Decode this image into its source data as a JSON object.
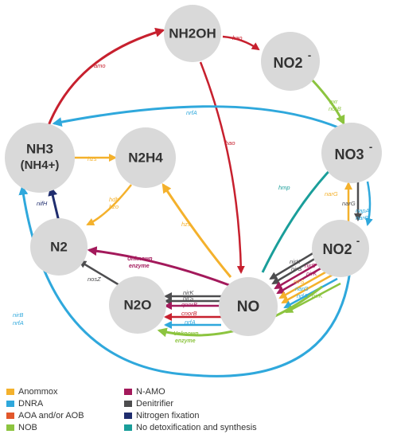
{
  "colors": {
    "anammox": "#f4b12c",
    "dnra": "#2fa8dc",
    "aoa": "#e2572b",
    "nob": "#8cc43f",
    "namo": "#a3195b",
    "denitrifier": "#4d4d4f",
    "nitrogen_fixation": "#1f2d6e",
    "detox": "#1a9e9a",
    "amo": "#c7202e"
  },
  "nodes": {
    "nh2oh": "NH2OH",
    "no2_top": "NO2",
    "nh3": "NH3",
    "nh4": "(NH4+)",
    "n2h4": "N2H4",
    "no3": "NO3",
    "n2": "N2",
    "no2_right": "NO2",
    "n2o": "N2O",
    "no": "NO"
  },
  "labels": {
    "amo": "amo",
    "hao_top": "hao",
    "hao_mid": "hao",
    "nxr": "nxr",
    "nor": "norB",
    "nrfa_top": "nrfA",
    "hzs_top": "hzs",
    "hzs_mid": "hzs",
    "hdh": "hdh",
    "hzo": "hzo",
    "nifh": "nifH",
    "hmp": "hmp",
    "narg_up": "narG",
    "narg_down": "narG",
    "napa": "napA",
    "narg_down2": "narG",
    "unknown_enzyme_1": "Unknown",
    "unknown_enzyme_1b": "enzyme",
    "nosz": "nosZ",
    "nirk_r": "nirK",
    "nirs_r": "nirS",
    "nirs_r2": "nirS",
    "nirk_r2": "nirK",
    "nirs_r3": "nirS",
    "narg_r": "narG",
    "nrfa_r": "nrfA",
    "nirk_r3": "nirK",
    "nirk_l": "nirK",
    "nirs_l": "nirS",
    "qnorb": "qnorB",
    "cnorb": "cnorB",
    "nrfa_l": "nrfA",
    "unknown_enzyme_2": "Unknown",
    "unknown_enzyme_2b": "enzyme",
    "nirb": "nirB",
    "nrfa_b": "nrfA"
  },
  "legend": {
    "anammox": "Anommox",
    "dnra": "DNRA",
    "aoa": "AOA and/or AOB",
    "nob": "NOB",
    "namo": "N-AMO",
    "denitrifier": "Denitrifier",
    "nitrogen_fixation": "Nitrogen fixation",
    "detox": "No detoxification and synthesis"
  }
}
